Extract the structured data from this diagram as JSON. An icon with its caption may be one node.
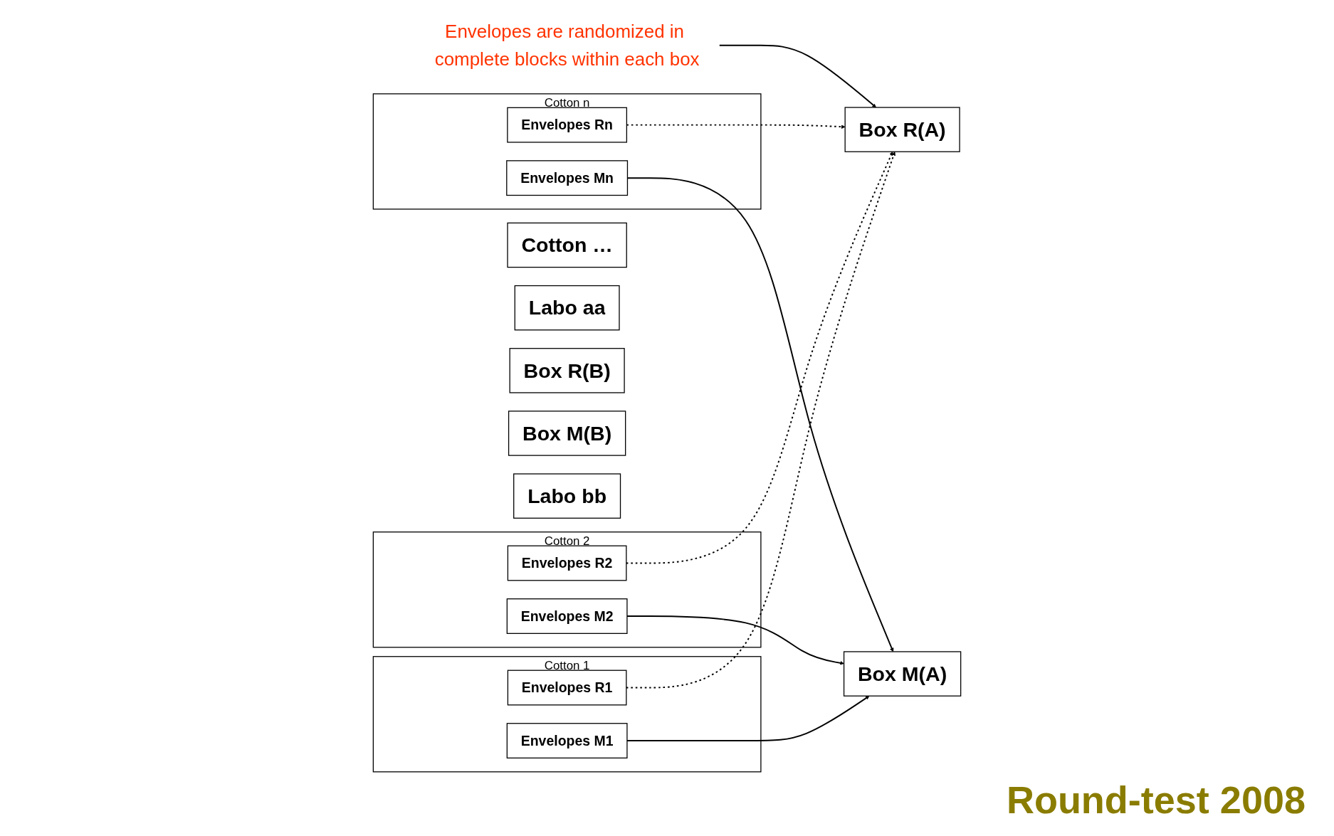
{
  "diagram": {
    "nodes": [
      {
        "text": [
          "Cotton 1"
        ]
      },
      {
        "text": [
          "Envelopes R1"
        ],
        "in": 0
      },
      {
        "text": [
          "Envelopes M1"
        ],
        "in": 0
      },
      {
        "text": [
          "Cotton 2"
        ]
      },
      {
        "text": [
          "Envelopes R2"
        ],
        "in": 3
      },
      {
        "text": [
          "Envelopes M2"
        ],
        "in": 3
      },
      {
        "text": [
          "Cotton …"
        ]
      },
      {
        "text": [
          "Cotton n"
        ]
      },
      {
        "text": [
          "Envelopes Rn"
        ],
        "in": 7
      },
      {
        "text": [
          "Envelopes Mn"
        ],
        "in": 7
      },
      {
        "text": [
          "Envelopes are randomized in complete blocks within each box"
        ]
      },
      {
        "text": [
          "Box R(A)"
        ]
      },
      {
        "text": [
          "Box M(A)"
        ]
      },
      {
        "text": [
          "Labo aa"
        ]
      },
      {
        "text": [
          "Box R(B)"
        ]
      },
      {
        "text": [
          "Box M(B)"
        ]
      },
      {
        "text": [
          "Labo bb"
        ]
      }
    ],
    "edges": [
      {
        "from": 1,
        "to": 11,
        "arrow": "to",
        "style": "dashed"
      },
      {
        "from": 2,
        "to": 12,
        "arrow": "to"
      },
      {
        "from": 4,
        "to": 11,
        "arrow": "to",
        "style": "dashed"
      },
      {
        "from": 5,
        "to": 12,
        "arrow": "to"
      },
      {
        "from": 8,
        "to": 11,
        "arrow": "to",
        "style": "dashed"
      },
      {
        "from": 9,
        "to": 12,
        "arrow": "to"
      },
      {
        "from": 10,
        "to": 11,
        "arrow": "to"
      }
    ],
    "labels": [
      "Round-test 2008"
    ]
  }
}
